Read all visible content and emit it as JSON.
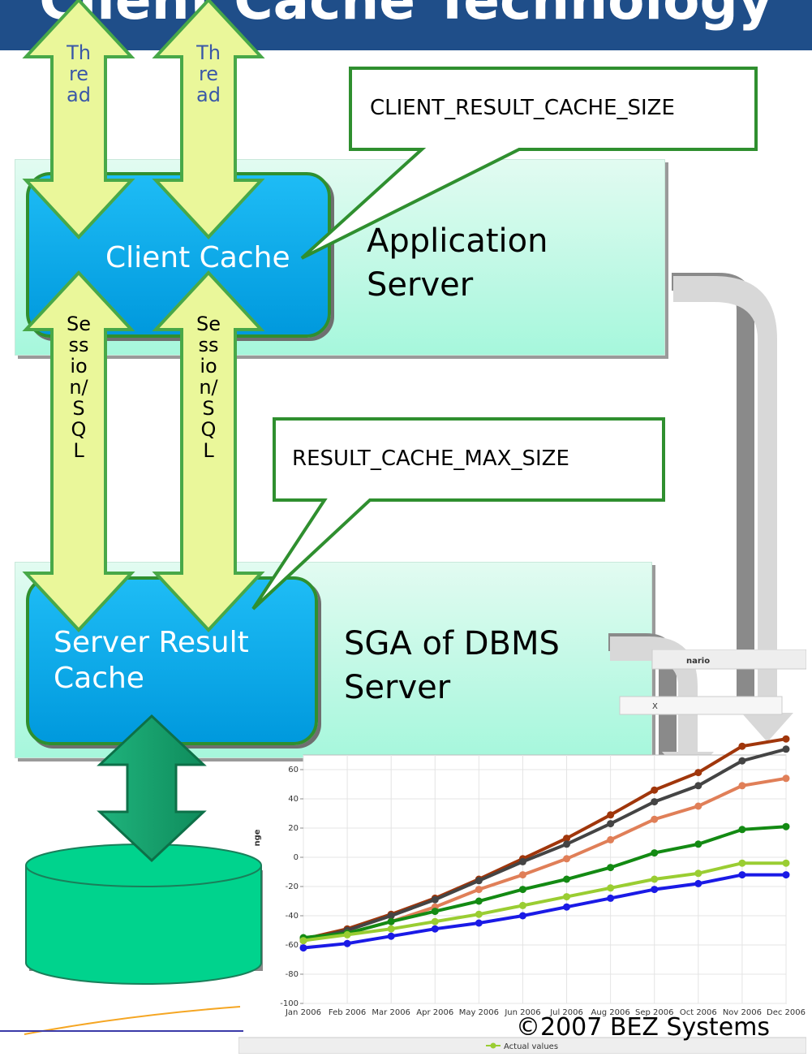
{
  "title": "Client Cache Technology",
  "thread_label": "Thread",
  "session_label": "Session/SQL",
  "client_cache_label": "Client Cache",
  "app_server_label": "Application Server",
  "server_cache_label": "Server Result Cache",
  "sga_label": "SGA of DBMS Server",
  "callout_client": "CLIENT_RESULT_CACHE_SIZE",
  "callout_server": "RESULT_CACHE_MAX_SIZE",
  "chart_header_fragment": "nario",
  "chart_toolbar_fragment": "X",
  "copyright": "©2007 BEZ Systems",
  "colors": {
    "title_bar": "#1f4e89",
    "box_fill": "#a6f7dc",
    "cache_fill": "#0aa8ea",
    "cache_border": "#2f8f2f",
    "arrow_fill": "#eaf79a",
    "arrow_border": "#48a848",
    "database": "#00d38d"
  },
  "chart_data": {
    "type": "line",
    "categories": [
      "Jan 2006",
      "Feb 2006",
      "Mar 2006",
      "Apr 2006",
      "May 2006",
      "Jun 2006",
      "Jul 2006",
      "Aug 2006",
      "Sep 2006",
      "Oct 2006",
      "Nov 2006",
      "Dec 2006"
    ],
    "ylim": [
      -100,
      70
    ],
    "yticks": [
      -100,
      -80,
      -60,
      -40,
      -20,
      0,
      20,
      40,
      60
    ],
    "ylabel_fragment": "nge",
    "legend": "Actual values",
    "grid": true,
    "series": [
      {
        "color": "#a0360b",
        "values": [
          -56,
          -49,
          -39,
          -28,
          -15,
          -1,
          13,
          29,
          46,
          58,
          76,
          81
        ]
      },
      {
        "color": "#444444",
        "values": [
          -57,
          -50,
          -40,
          -29,
          -16,
          -3,
          9,
          23,
          38,
          49,
          66,
          74
        ]
      },
      {
        "color": "#e07f58",
        "values": [
          -57,
          -52,
          -44,
          -34,
          -22,
          -12,
          -1,
          12,
          26,
          35,
          49,
          54
        ]
      },
      {
        "color": "#138a13",
        "values": [
          -55,
          -52,
          -44,
          -37,
          -30,
          -22,
          -15,
          -7,
          3,
          9,
          19,
          21
        ]
      },
      {
        "color": "#9acd32",
        "values": [
          -57,
          -53,
          -49,
          -44,
          -39,
          -33,
          -27,
          -21,
          -15,
          -11,
          -4,
          -4
        ]
      },
      {
        "color": "#1a1ae6",
        "values": [
          -62,
          -59,
          -54,
          -49,
          -45,
          -40,
          -34,
          -28,
          -22,
          -18,
          -12,
          -12
        ]
      }
    ]
  }
}
